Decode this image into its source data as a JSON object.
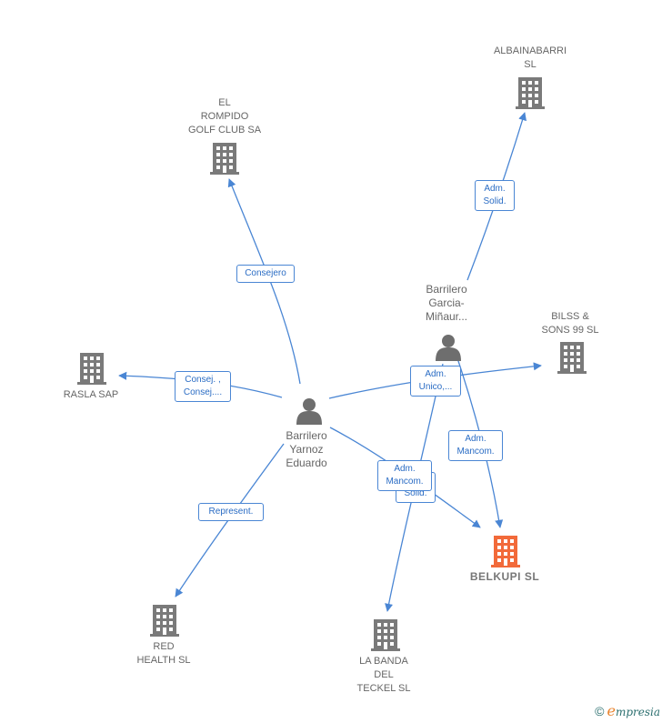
{
  "colors": {
    "edge": "#4a86d4",
    "building": "#7a7a7a",
    "highlight": "#f26a3a",
    "person": "#6e6e6e"
  },
  "nodes": [
    {
      "id": "el_rompido",
      "type": "company",
      "label": "EL\nROMPIDO\nGOLF CLUB SA",
      "icon": "building-icon"
    },
    {
      "id": "albainabarri",
      "type": "company",
      "label": "ALBAINABARRI\nSL",
      "icon": "building-icon"
    },
    {
      "id": "bilss",
      "type": "company",
      "label": "BILSS &\nSONS 99 SL",
      "icon": "building-icon"
    },
    {
      "id": "rasla",
      "type": "company",
      "label": "RASLA SAP",
      "icon": "building-icon"
    },
    {
      "id": "belkupi",
      "type": "company",
      "label": "BELKUPI  SL",
      "icon": "building-icon",
      "highlight": true
    },
    {
      "id": "red_health",
      "type": "company",
      "label": "RED\nHEALTH SL",
      "icon": "building-icon"
    },
    {
      "id": "la_banda",
      "type": "company",
      "label": "LA BANDA\nDEL\nTECKEL  SL",
      "icon": "building-icon"
    },
    {
      "id": "eduardo",
      "type": "person",
      "label": "Barrilero\nYarnoz\nEduardo",
      "icon": "person-icon"
    },
    {
      "id": "garcia",
      "type": "person",
      "label": "Barrilero\nGarcia-\nMiñaur...",
      "icon": "person-icon"
    }
  ],
  "edges": [
    {
      "from": "eduardo",
      "to": "el_rompido",
      "label": "Consejero"
    },
    {
      "from": "eduardo",
      "to": "rasla",
      "label": "Consej. ,\nConsej...."
    },
    {
      "from": "eduardo",
      "to": "red_health",
      "label": "Represent."
    },
    {
      "from": "eduardo",
      "to": "belkupi",
      "label": "Adm.\nSolid."
    },
    {
      "from": "eduardo",
      "to": "bilss",
      "label": "Adm.\nUnico,..."
    },
    {
      "from": "garcia",
      "to": "albainabarri",
      "label": "Adm.\nSolid."
    },
    {
      "from": "garcia",
      "to": "belkupi",
      "label": "Adm.\nMancom."
    },
    {
      "from": "garcia",
      "to": "la_banda",
      "label": "Adm.\nMancom."
    }
  ],
  "footer": {
    "copyright": "©",
    "brand_first": "e",
    "brand_rest": "mpresia"
  }
}
